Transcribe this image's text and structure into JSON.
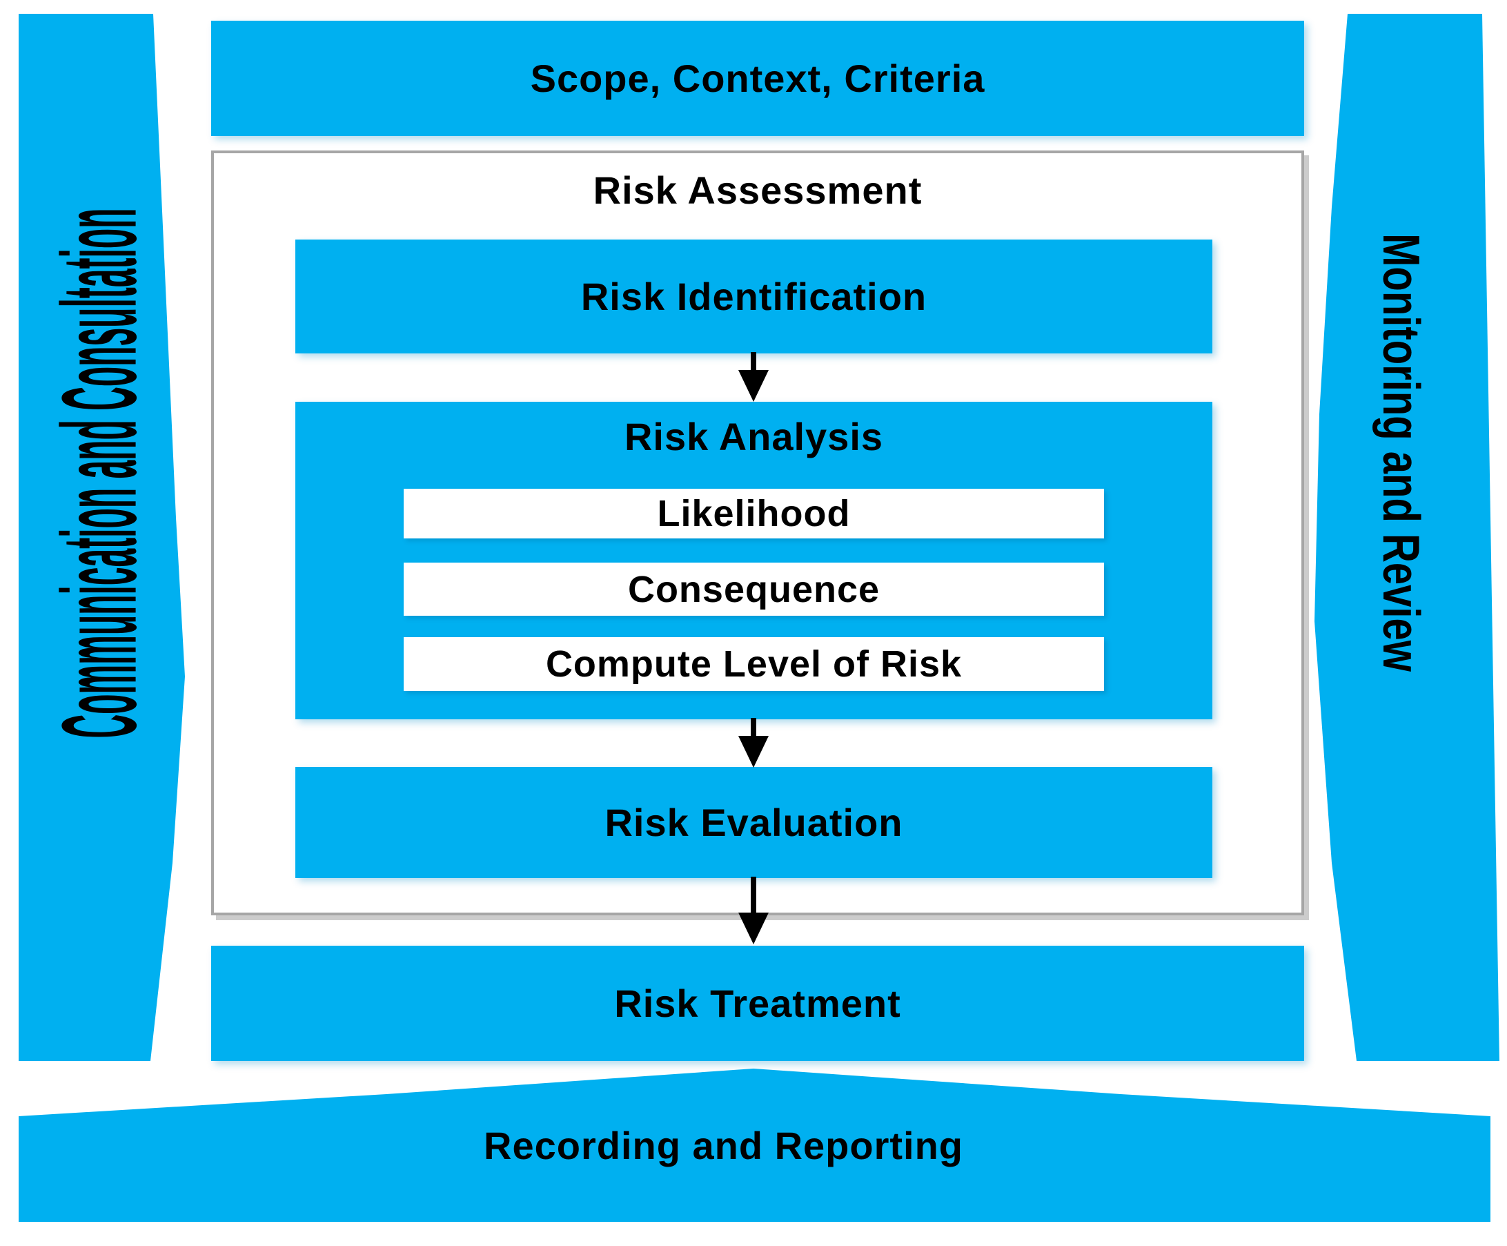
{
  "diagram": {
    "type": "flowchart",
    "subject": "Risk management process"
  },
  "colors": {
    "bar_blue": "#00B0F0",
    "box_border_gray": "#a6a6a6",
    "shadow_gray": "#cccccc",
    "text_black": "#000000",
    "background": "#ffffff"
  },
  "side_bars": {
    "left_label": "Communication and Consultation",
    "right_label": "Monitoring and Review"
  },
  "top_bar": {
    "label": "Scope, Context, Criteria"
  },
  "assessment": {
    "title": "Risk Assessment",
    "identification": "Risk Identification",
    "analysis": {
      "title": "Risk Analysis",
      "items": [
        "Likelihood",
        "Consequence",
        "Compute Level of Risk"
      ]
    },
    "evaluation": "Risk Evaluation"
  },
  "treatment": {
    "label": "Risk Treatment"
  },
  "recording": {
    "label": "Recording and Reporting"
  }
}
